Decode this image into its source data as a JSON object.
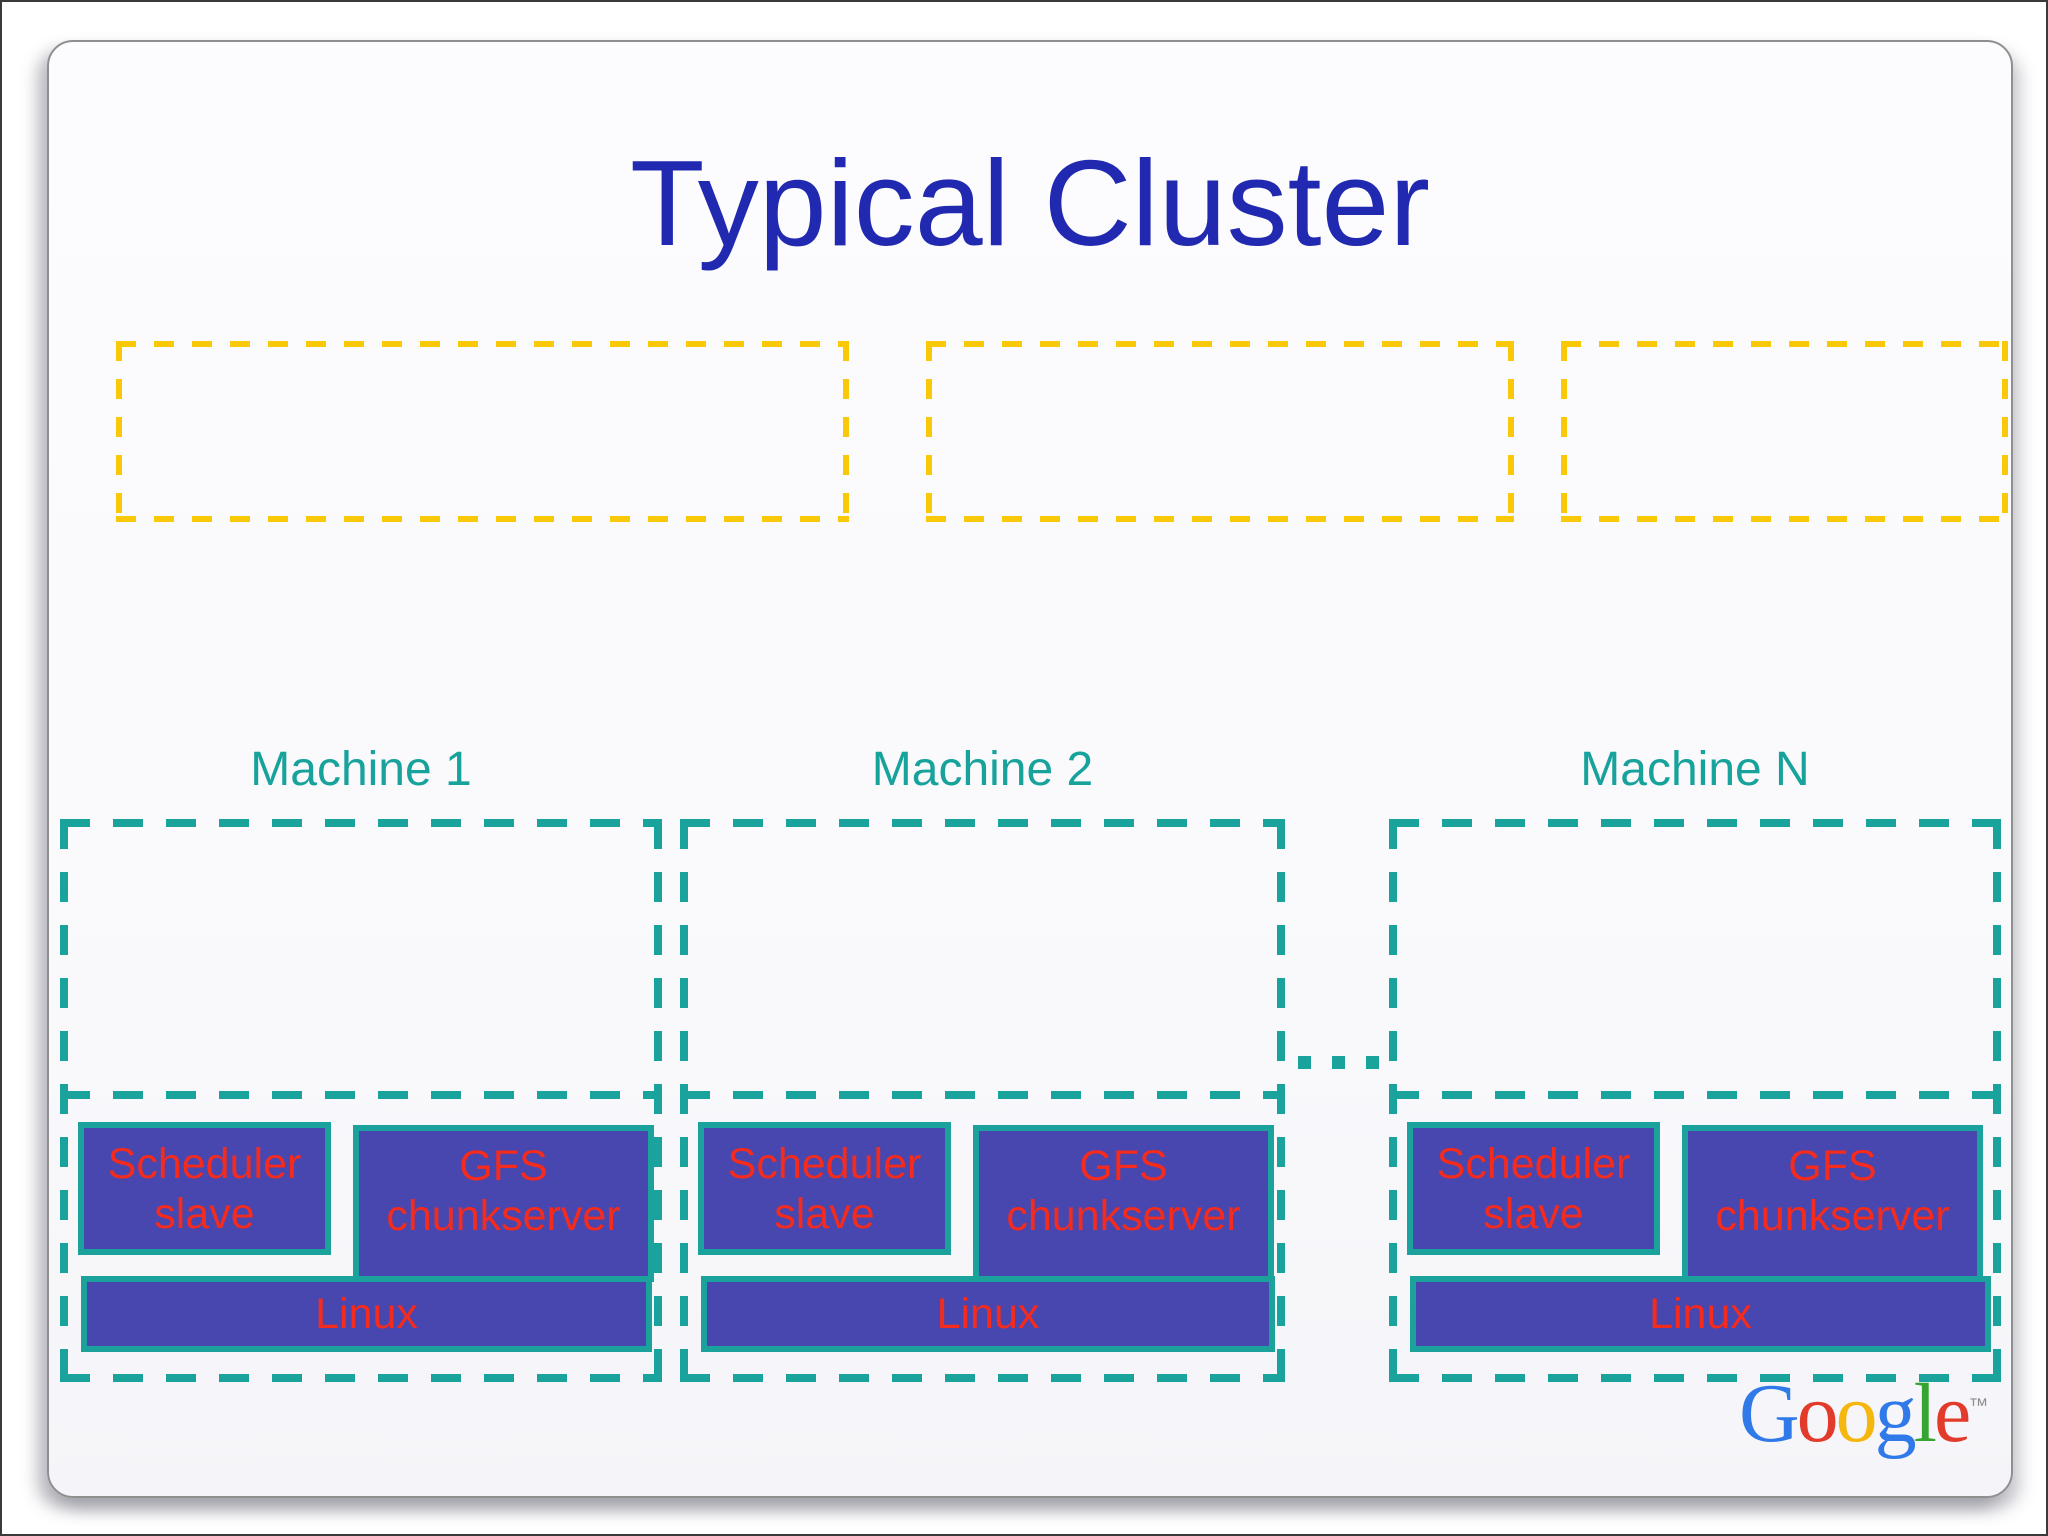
{
  "slide": {
    "title": "Typical Cluster",
    "colors": {
      "title_blue": "#2129B0",
      "teal_dash": "#1AA29C",
      "yellow_dash": "#F9C806",
      "process_box_fill": "#4846AF",
      "process_box_border": "#1BA29C",
      "process_text_red": "#F42B1D",
      "slide_background": "#FAFAFC"
    },
    "placeholder_boxes": {
      "count": 3,
      "note_visible_text": ""
    },
    "machines": [
      {
        "label": "Machine 1",
        "scheduler_line1": "Scheduler",
        "scheduler_line2": "slave",
        "gfs_line1": "GFS",
        "gfs_line2": "chunkserver",
        "os": "Linux"
      },
      {
        "label": "Machine 2",
        "scheduler_line1": "Scheduler",
        "scheduler_line2": "slave",
        "gfs_line1": "GFS",
        "gfs_line2": "chunkserver",
        "os": "Linux"
      },
      {
        "label": "Machine N",
        "scheduler_line1": "Scheduler",
        "scheduler_line2": "slave",
        "gfs_line1": "GFS",
        "gfs_line2": "chunkserver",
        "os": "Linux"
      }
    ],
    "continuation_dots_count": 3,
    "logo": {
      "letters": [
        {
          "char": "G",
          "color": "#3079E8"
        },
        {
          "char": "o",
          "color": "#E23A2B"
        },
        {
          "char": "o",
          "color": "#F5B70D"
        },
        {
          "char": "g",
          "color": "#3079E8"
        },
        {
          "char": "l",
          "color": "#36A431"
        },
        {
          "char": "e",
          "color": "#E23A2B"
        }
      ],
      "trademark": "™"
    }
  }
}
